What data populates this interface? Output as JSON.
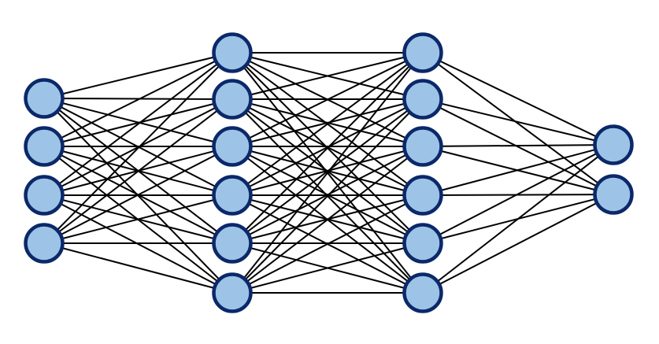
{
  "diagram": {
    "type": "fully-connected neural network",
    "layers": [
      4,
      6,
      6,
      2
    ],
    "colors": {
      "node_fill": "#9dc3e6",
      "node_stroke": "#0b2869",
      "edge": "#000000",
      "background": "#ffffff"
    }
  }
}
